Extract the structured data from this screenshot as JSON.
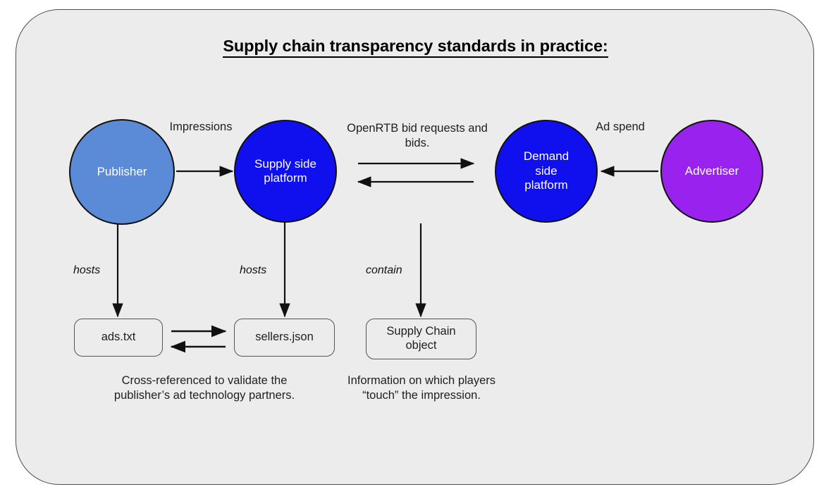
{
  "diagram": {
    "title": "Supply chain transparency standards in practice:",
    "panel": {
      "fill": "#ececec",
      "border": "#4d4d4d"
    },
    "nodes": [
      {
        "id": "publisher",
        "label": "Publisher",
        "shape": "circle",
        "color": "#5b8ad6"
      },
      {
        "id": "ssp",
        "label": "Supply side platform",
        "shape": "circle",
        "color": "#1010ee"
      },
      {
        "id": "dsp",
        "label": "Demand side platform",
        "shape": "circle",
        "color": "#1010ee"
      },
      {
        "id": "advertiser",
        "label": "Advertiser",
        "shape": "circle",
        "color": "#9922ee"
      },
      {
        "id": "ads_txt",
        "label": "ads.txt",
        "shape": "rounded-rect",
        "color": "#ececec"
      },
      {
        "id": "sellers_json",
        "label": "sellers.json",
        "shape": "rounded-rect",
        "color": "#ececec"
      },
      {
        "id": "schain_object",
        "label": "Supply Chain object",
        "shape": "rounded-rect",
        "color": "#ececec"
      }
    ],
    "edge_labels": {
      "impressions": "Impressions",
      "openrtb": "OpenRTB bid requests and bids.",
      "ad_spend": "Ad spend",
      "publisher_hosts": "hosts",
      "ssp_hosts": "hosts",
      "dsp_contain": "contain"
    },
    "captions": {
      "ads_sellers": "Cross-referenced to validate the publisher’s ad technology partners.",
      "schain": "Information on which players “touch” the impression."
    }
  }
}
